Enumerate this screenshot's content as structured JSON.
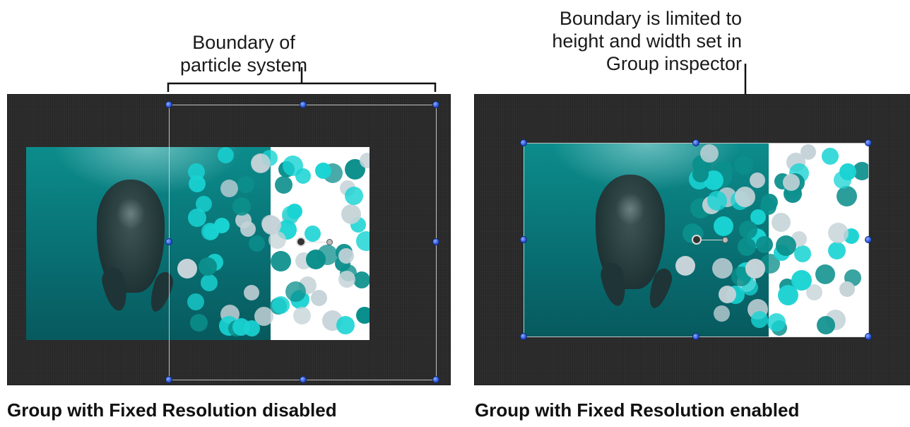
{
  "callouts": {
    "left": {
      "lines": [
        "Boundary of",
        "particle system"
      ]
    },
    "right": {
      "lines": [
        "Boundary is limited to",
        "height and width set in",
        "Group inspector"
      ]
    }
  },
  "captions": {
    "left": "Group with Fixed Resolution disabled",
    "right": "Group with Fixed Resolution enabled"
  },
  "colors": {
    "panel_bg": "#2b2b2b",
    "handle_blue": "#2c55d8",
    "particle_teal_light": "#19d3d3",
    "particle_teal_dark": "#0b8f8c",
    "particle_gray": "#c5d3d8"
  },
  "icons": [
    "bounding-box-handle-icon",
    "anchor-point-icon"
  ]
}
